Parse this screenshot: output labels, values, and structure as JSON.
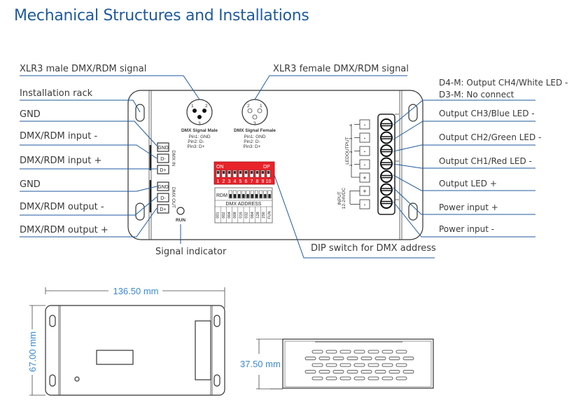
{
  "title": "Mechanical Structures and Installations",
  "callouts_left": [
    "XLR3 male DMX/RDM signal",
    "Installation rack",
    "GND",
    "DMX/RDM input -",
    "DMX/RDM input +",
    "GND",
    "DMX/RDM output -",
    "DMX/RDM output +"
  ],
  "callout_top_right": "XLR3 female DMX/RDM signal",
  "callouts_right": [
    "D4-M: Output CH4/White LED -",
    "D3-M: No connect",
    "Output CH3/Blue LED -",
    "Output CH2/Green LED -",
    "Output CH1/Red LED -",
    "Output LED +",
    "Power input +",
    "Power input -"
  ],
  "callout_bottom": {
    "signal_indicator": "Signal indicator",
    "dip_switch": "DIP switch for DMX address"
  },
  "connectors": {
    "male": {
      "name": "DMX Signal Male",
      "pins": [
        "Pin1: GND",
        "Pin2: D-",
        "Pin3: D+"
      ],
      "pin_numbers": [
        "1",
        "2",
        "3"
      ]
    },
    "female": {
      "name": "DMX Signal Female",
      "pins": [
        "Pin1: GND",
        "Pin2: D-",
        "Pin3: D+"
      ],
      "pin_numbers": [
        "2",
        "1",
        "3"
      ]
    }
  },
  "dmx_in": {
    "label": "DMX IN",
    "terminals": [
      "GND",
      "D-",
      "D+"
    ]
  },
  "dmx_out": {
    "label": "DMX OUT",
    "terminals": [
      "GND",
      "D-",
      "D+"
    ]
  },
  "run_label": "RUN",
  "dip": {
    "on_label": "ON",
    "dp_label": "DP",
    "numbers": [
      "1",
      "2",
      "3",
      "4",
      "5",
      "6",
      "7",
      "8",
      "9",
      "10"
    ],
    "rdm_label": "RDM",
    "address_label": "DMX ADDRESS",
    "address_values": [
      "001",
      "002",
      "004",
      "008",
      "016",
      "032",
      "064",
      "128",
      "256",
      "FUN"
    ],
    "color": "#e8232a"
  },
  "led_output": {
    "label": "LEDOUTPUT",
    "channels": [
      "4",
      "3",
      "2",
      "1"
    ],
    "terminals": [
      "-",
      "-",
      "-",
      "-",
      "+"
    ]
  },
  "input": {
    "label": "INPUT",
    "voltage": "12-24VDC",
    "terminals": [
      "+",
      "-"
    ]
  },
  "dimensions": {
    "width": "136.50 mm",
    "height": "67.00 mm",
    "depth": "37.50 mm"
  },
  "colors": {
    "title": "#1f5a9c",
    "leader": "#1f5a9c",
    "dimension": "#3b8ad0"
  }
}
